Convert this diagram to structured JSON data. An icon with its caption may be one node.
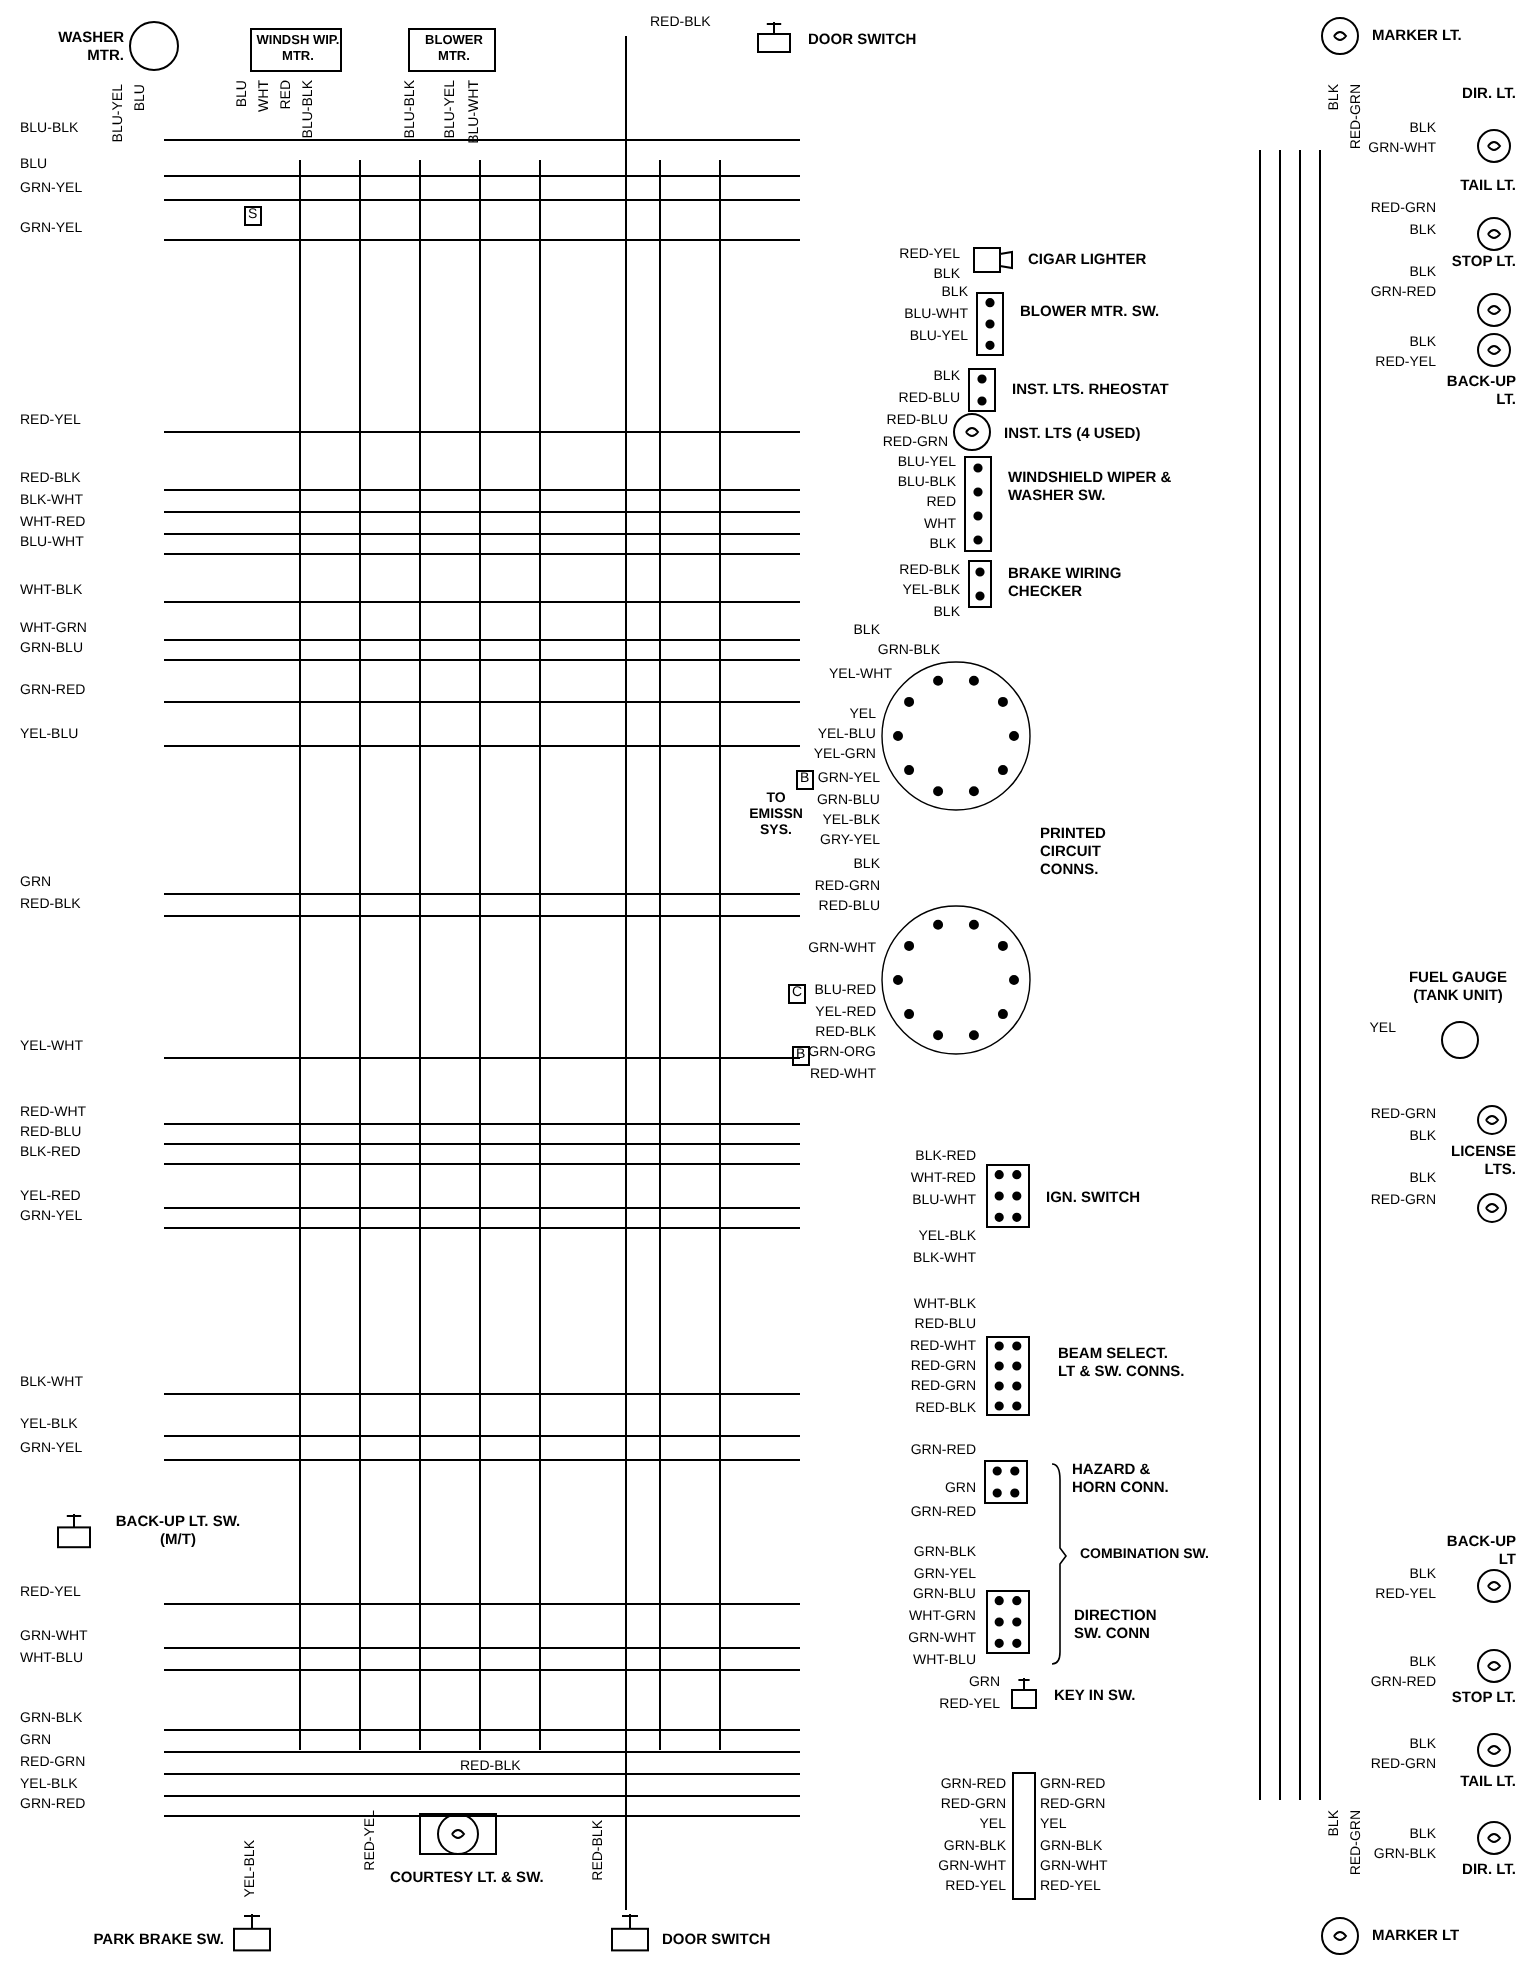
{
  "diagram": {
    "nodes": [
      {
        "text": [
          "WASHER MTR."
        ]
      },
      {
        "text": [
          "WINDSH WIP. MTR."
        ]
      },
      {
        "text": [
          "BLOWER MTR."
        ]
      },
      {
        "text": [
          "DOOR SWITCH"
        ]
      },
      {
        "text": [
          "MARKER LT."
        ]
      },
      {
        "text": [
          "DIR. LT."
        ]
      },
      {
        "text": [
          "TAIL LT."
        ]
      },
      {
        "text": [
          "STOP LT."
        ]
      },
      {
        "text": [
          "BACK-UP LT."
        ]
      },
      {
        "text": [
          "CIGAR LIGHTER"
        ]
      },
      {
        "text": [
          "BLOWER MTR. SW."
        ]
      },
      {
        "text": [
          "INST. LTS. RHEOSTAT"
        ]
      },
      {
        "text": [
          "INST. LTS (4 USED)"
        ]
      },
      {
        "text": [
          "WINDSHIELD WIPER & WASHER SW."
        ]
      },
      {
        "text": [
          "BRAKE WIRING CHECKER"
        ]
      },
      {
        "text": [
          "PRINTED CIRCUIT CONNS."
        ]
      },
      {
        "text": [],
        "shape": "circle"
      },
      {
        "text": [
          "FUEL GAUGE (TANK UNIT)"
        ]
      },
      {
        "text": [
          "LICENSE LTS."
        ]
      },
      {
        "text": [
          "IGN. SWITCH"
        ]
      },
      {
        "text": [
          "BEAM SELECT. LT & SW. CONNS."
        ]
      },
      {
        "text": [
          "HAZARD & HORN CONN."
        ]
      },
      {
        "text": [
          "DIRECTION SW. CONN"
        ]
      },
      {
        "text": [
          "KEY IN SW."
        ]
      },
      {
        "text": [
          "BACK-UP LT. SW. (M/T)"
        ]
      },
      {
        "text": [
          "BACK-UP LT"
        ]
      },
      {
        "text": [
          "STOP LT."
        ]
      },
      {
        "text": [
          "TAIL LT."
        ]
      },
      {
        "text": [
          "DIR. LT."
        ]
      },
      {
        "text": [
          "MARKER LT"
        ]
      },
      {
        "text": [
          "COURTESY LT. & SW."
        ]
      },
      {
        "text": [
          "PARK BRAKE SW."
        ]
      },
      {
        "text": [
          "DOOR SWITCH"
        ]
      },
      {
        "text": [],
        "shape": "box"
      }
    ],
    "labels": [
      "BLU-YEL",
      "BLU",
      "BLU",
      "WHT",
      "RED",
      "BLU-BLK",
      "BLU-BLK",
      "BLU-YEL",
      "BLU-WHT",
      "RED-BLK",
      "S",
      "BLU-BLK",
      "BLU",
      "GRN-YEL",
      "GRN-YEL",
      "RED-YEL",
      "RED-BLK",
      "BLK-WHT",
      "WHT-RED",
      "BLU-WHT",
      "WHT-BLK",
      "WHT-GRN",
      "GRN-BLU",
      "GRN-RED",
      "YEL-BLU",
      "GRN",
      "RED-BLK",
      "YEL-WHT",
      "RED-WHT",
      "RED-BLU",
      "BLK-RED",
      "YEL-RED",
      "GRN-YEL",
      "BLK-WHT",
      "YEL-BLK",
      "GRN-YEL",
      "RED-YEL",
      "GRN-WHT",
      "WHT-BLU",
      "GRN-BLK",
      "GRN",
      "RED-GRN",
      "YEL-BLK",
      "GRN-RED",
      "RED-YEL",
      "BLK",
      "BLK",
      "BLU-WHT",
      "BLU-YEL",
      "BLK",
      "RED-BLU",
      "RED-BLU",
      "RED-GRN",
      "BLU-YEL",
      "BLU-BLK",
      "RED",
      "WHT",
      "BLK",
      "RED-BLK",
      "YEL-BLK",
      "BLK",
      "BLK",
      "GRN-BLK",
      "YEL-WHT",
      "YEL",
      "YEL-BLU",
      "YEL-GRN",
      "B",
      "GRN-YEL",
      "TO EMISSN SYS.",
      "GRN-BLU",
      "YEL-BLK",
      "GRY-YEL",
      "BLK",
      "RED-GRN",
      "RED-BLU",
      "GRN-WHT",
      "C",
      "BLU-RED",
      "YEL-RED",
      "RED-BLK",
      "B",
      "GRN-ORG",
      "RED-WHT",
      "BLK-RED",
      "WHT-RED",
      "BLU-WHT",
      "YEL-BLK",
      "BLK-WHT",
      "WHT-BLK",
      "RED-BLU",
      "RED-WHT",
      "RED-GRN",
      "RED-GRN",
      "RED-BLK",
      "GRN-RED",
      "GRN",
      "GRN-RED",
      "GRN-BLK",
      "COMBINATION SW.",
      "GRN-YEL",
      "GRN-BLU",
      "WHT-GRN",
      "GRN-WHT",
      "WHT-BLU",
      "GRN",
      "RED-YEL",
      "GRN-RED",
      "GRN-RED",
      "RED-GRN",
      "RED-GRN",
      "YEL",
      "YEL",
      "GRN-BLK",
      "GRN-BLK",
      "GRN-WHT",
      "GRN-WHT",
      "RED-YEL",
      "RED-YEL",
      "BLK",
      "RED-GRN",
      "BLK",
      "GRN-WHT",
      "RED-GRN",
      "BLK",
      "BLK",
      "GRN-RED",
      "BLK",
      "RED-YEL",
      "YEL",
      "RED-GRN",
      "BLK",
      "BLK",
      "RED-GRN",
      "BLK",
      "RED-YEL",
      "BLK",
      "GRN-RED",
      "BLK",
      "RED-GRN",
      "BLK",
      "GRN-BLK",
      "BLK",
      "RED-GRN",
      "RED-BLK",
      "RED-YEL",
      "YEL-BLK",
      "RED-BLK"
    ]
  }
}
